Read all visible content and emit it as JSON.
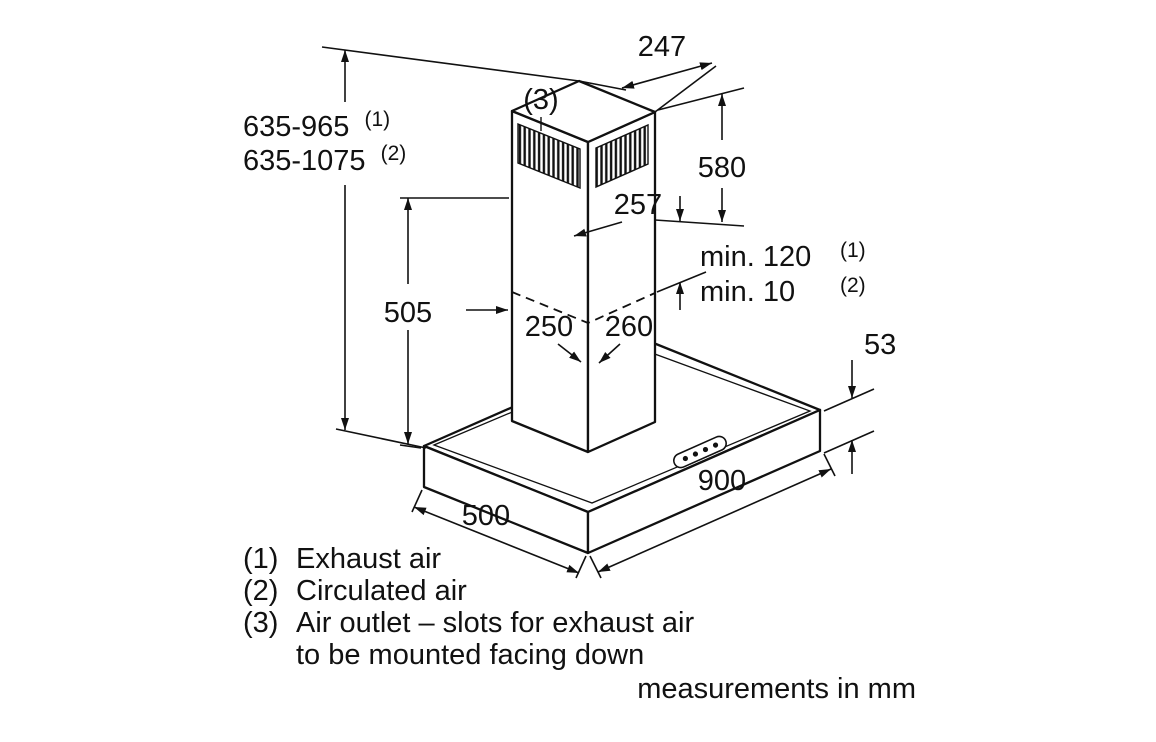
{
  "figure": {
    "units_note": "measurements in mm",
    "dims": {
      "top_width": "247",
      "upper_height": "580",
      "upper_depth": "257",
      "height_exhaust": "635-965",
      "height_exhaust_sup": "(1)",
      "height_recirc": "635-1075",
      "height_recirc_sup": "(2)",
      "lower_height": "505",
      "min_overlap_exhaust": "min. 120",
      "min_overlap_exhaust_sup": "(1)",
      "min_overlap_recirc": "min. 10",
      "min_overlap_recirc_sup": "(2)",
      "duct_depth": "250",
      "duct_width": "260",
      "body_thickness": "53",
      "body_width": "900",
      "body_depth": "500",
      "outlet_marker": "(3)"
    },
    "legend": [
      {
        "prefix": "(1)",
        "text": "Exhaust air"
      },
      {
        "prefix": "(2)",
        "text": "Circulated air"
      },
      {
        "prefix": "(3)",
        "text": "Air outlet – slots for exhaust air"
      },
      {
        "prefix": "",
        "text": "to be mounted facing down"
      }
    ],
    "colors": {
      "line": "#111111",
      "background": "#ffffff"
    }
  }
}
